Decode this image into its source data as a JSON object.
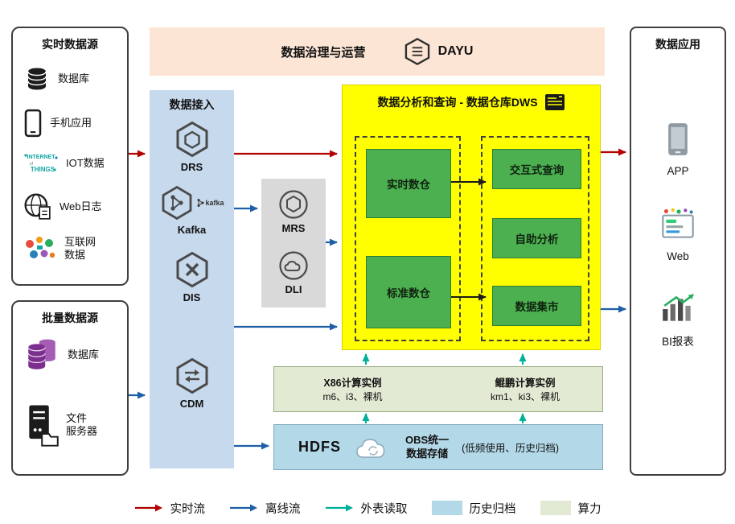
{
  "banner": {
    "title": "数据治理与运营",
    "logo": "DAYU"
  },
  "realtime_sources": {
    "title": "实时数据源",
    "items": [
      {
        "label": "数据库",
        "icon": "database-icon"
      },
      {
        "label": "手机应用",
        "icon": "mobile-app-icon"
      },
      {
        "label": "IOT数据",
        "icon": "iot-icon"
      },
      {
        "label": "Web日志",
        "icon": "web-log-icon"
      },
      {
        "label": "互联网\n数据",
        "icon": "internet-data-icon"
      }
    ]
  },
  "batch_sources": {
    "title": "批量数据源",
    "items": [
      {
        "label": "数据库",
        "icon": "database-purple-icon"
      },
      {
        "label": "文件\n服务器",
        "icon": "file-server-icon"
      }
    ]
  },
  "ingestion": {
    "title": "数据接入",
    "items": [
      {
        "label": "DRS",
        "icon": "drs-icon"
      },
      {
        "label": "Kafka",
        "icon": "kafka-icon",
        "badge": "kafka"
      },
      {
        "label": "DIS",
        "icon": "dis-icon"
      },
      {
        "label": "CDM",
        "icon": "cdm-icon"
      }
    ]
  },
  "processing": {
    "items": [
      {
        "label": "MRS",
        "icon": "mrs-icon"
      },
      {
        "label": "DLI",
        "icon": "dli-icon"
      }
    ]
  },
  "dws": {
    "title": "数据分析和查询 - 数据仓库DWS",
    "warehouses": [
      "实时数仓",
      "标准数仓"
    ],
    "services": [
      "交互式查询",
      "自助分析",
      "数据集市"
    ]
  },
  "compute": {
    "x86": {
      "title": "X86计算实例",
      "spec": "m6、i3、裸机"
    },
    "kunpeng": {
      "title": "鲲鹏计算实例",
      "spec": "km1、ki3、裸机"
    }
  },
  "storage": {
    "hdfs": "HDFS",
    "obs": "OBS统一\n数据存储",
    "note": "(低频使用、历史归档)"
  },
  "applications": {
    "title": "数据应用",
    "items": [
      {
        "label": "APP",
        "icon": "app-icon"
      },
      {
        "label": "Web",
        "icon": "web-icon"
      },
      {
        "label": "BI报表",
        "icon": "bi-report-icon"
      }
    ]
  },
  "legend": {
    "realtime": "实时流",
    "offline": "离线流",
    "external": "外表读取",
    "archive": "历史归档",
    "compute": "算力"
  },
  "colors": {
    "realtime_flow": "#b30000",
    "offline_flow": "#1f5fa8",
    "external_read": "#00b09b",
    "dws_fill": "#ffff00",
    "warehouse_green": "#4cb050",
    "ingestion_fill": "#c7d9ec",
    "processing_fill": "#d9d9d9",
    "banner_fill": "#fce5d4",
    "compute_fill": "#e3ead3",
    "storage_fill": "#b3d8e8"
  }
}
